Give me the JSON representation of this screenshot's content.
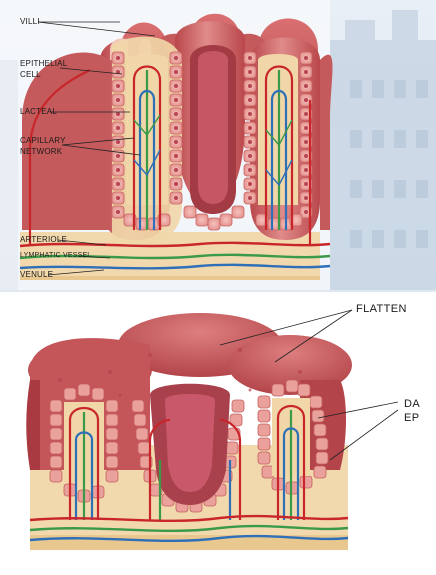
{
  "top_panel": {
    "labels": {
      "villi": "VILLI",
      "epithelial": "EPITHELIAL",
      "cell": "CELL",
      "lacteal": "LACTEAL",
      "capillary": "CAPILLARY",
      "network": "NETWORK",
      "arteriole": "ARTERIOLE",
      "lymphatic": "LYMPHATIC VESSEL",
      "venule": "VENULE"
    }
  },
  "bottom_panel": {
    "labels": {
      "flatten": "FLATTEN",
      "da": "DA",
      "ep": "EP"
    }
  },
  "colors": {
    "villus": "#c9575a",
    "villus_light": "#e79a98",
    "core": "#f1d7a8",
    "artery": "#c8262b",
    "lacteal": "#3a9a4a",
    "vein": "#2f6fb8",
    "background_building": "#c4d3e3"
  }
}
